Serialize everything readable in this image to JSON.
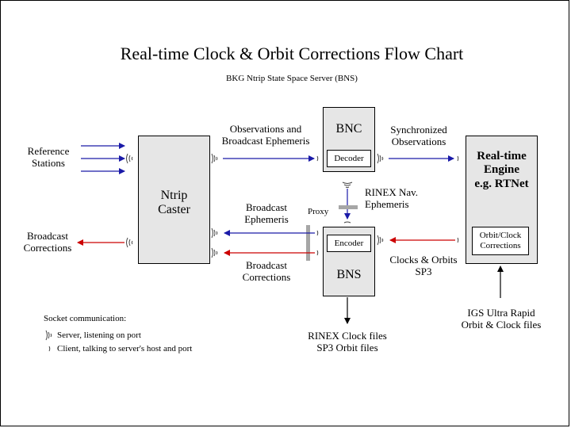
{
  "title": "Real-time Clock & Orbit Corrections Flow Chart",
  "subtitle": "BKG Ntrip State Space Server  (BNS)",
  "nodes": {
    "ntrip_caster": "Ntrip\nCaster",
    "bnc": "BNC",
    "bnc_decoder": "Decoder",
    "bns": "BNS",
    "bns_encoder": "Encoder",
    "rtengine": "Real-time\nEngine\ne.g. RTNet",
    "rtengine_box": "Orbit/Clock\nCorrections"
  },
  "labels": {
    "reference_stations": "Reference\nStations",
    "broadcast_corrections_left": "Broadcast\nCorrections",
    "obs_broadcast_eph": "Observations and\nBroadcast Ephemeris",
    "synchronized_obs": "Synchronized\nObservations",
    "rinex_nav": "RINEX Nav.\nEphemeris",
    "proxy": "Proxy",
    "broadcast_ephemeris": "Broadcast\nEphemeris",
    "broadcast_corrections_mid": "Broadcast\nCorrections",
    "clocks_orbits": "Clocks & Orbits\nSP3",
    "rinex_clock_files": "RINEX Clock files\nSP3 Orbit files",
    "igs_ultra_rapid": "IGS Ultra Rapid\nOrbit & Clock files"
  },
  "legend": {
    "title": "Socket communication:",
    "server": "Server, listening on port",
    "client": "Client, talking to server's host and port"
  },
  "colors": {
    "blue_arrow": "#1a1aa8",
    "red_arrow": "#cc0000",
    "box_fill": "#e6e6e6",
    "proxy_bar": "#a6a6a6"
  }
}
